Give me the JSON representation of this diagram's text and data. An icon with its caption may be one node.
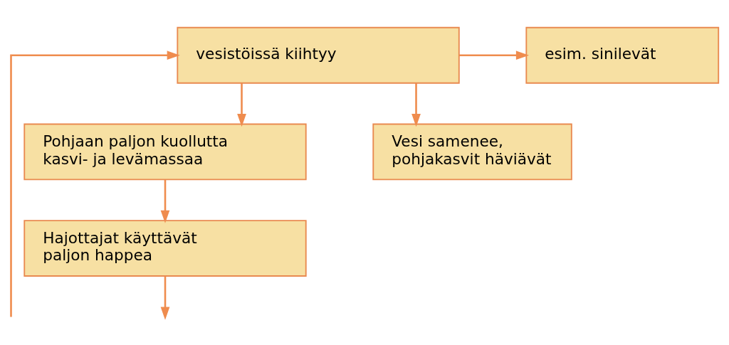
{
  "diagram": {
    "nodes": [
      {
        "text": [
          "vesistöissä kiihtyy"
        ]
      },
      {
        "text": [
          "esim. sinilevät"
        ]
      },
      {
        "text": [
          "Vesi samenee, pohjakasvit häviävät"
        ]
      },
      {
        "text": [
          "Pohjaan paljon kuollutta kasvi- ja levämassaa"
        ]
      },
      {
        "text": [
          "Hajottajat käyttävät paljon happea"
        ]
      }
    ],
    "edges": [
      {
        "from": null,
        "to": 0,
        "arrow": "to"
      },
      {
        "from": 0,
        "to": 1,
        "arrow": "to"
      },
      {
        "from": 0,
        "to": 3,
        "arrow": "to"
      },
      {
        "from": 0,
        "to": 2,
        "arrow": "to"
      },
      {
        "from": 3,
        "to": 4,
        "arrow": "to"
      },
      {
        "from": 4,
        "to": null,
        "arrow": "to"
      }
    ]
  }
}
